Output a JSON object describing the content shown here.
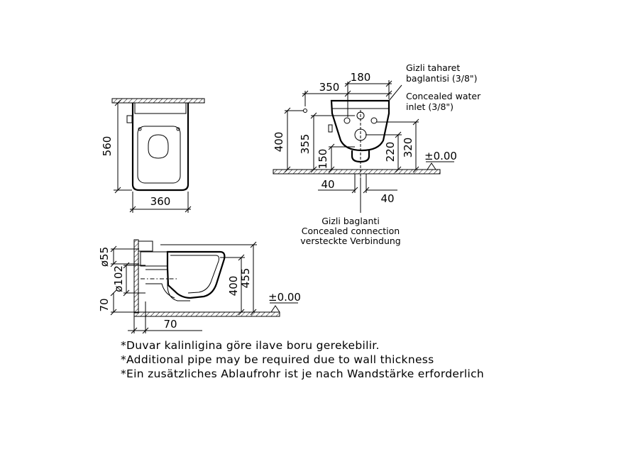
{
  "top_view": {
    "dims": {
      "depth": "560",
      "width": "360"
    }
  },
  "front_view": {
    "dims": {
      "top_left": "350",
      "top_right": "180",
      "height_400": "400",
      "height_355": "355",
      "height_150": "150",
      "height_220": "220",
      "height_320": "320",
      "zero": "±0.00",
      "bottom_left": "40",
      "bottom_right": "40"
    },
    "water_inlet_tr": [
      "Gizli taharet",
      "baglantisi (3/8\")"
    ],
    "water_inlet_en": [
      "Concealed water",
      "inlet (3/8\")"
    ],
    "connection": [
      "Gizli baglanti",
      "Concealed connection",
      "versteckte Verbindung"
    ]
  },
  "side_view": {
    "dims": {
      "d55": "ø55",
      "d102": "ø102",
      "h70": "70",
      "h400": "400",
      "h455": "455",
      "zero": "±0.00",
      "bottom": "70"
    }
  },
  "notes": [
    "*Duvar kalinligina göre ilave boru gerekebilir.",
    "*Additional pipe may be required due to wall thickness",
    "*Ein zusätzliches Ablaufrohr ist je nach Wandstärke erforderlich"
  ]
}
